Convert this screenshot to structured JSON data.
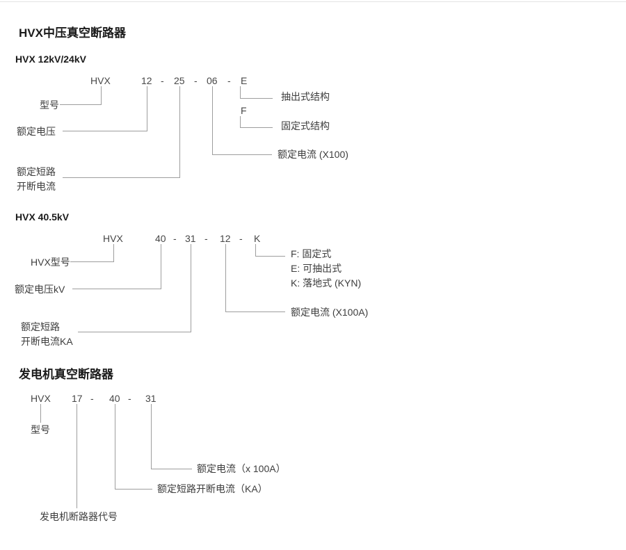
{
  "doc": {
    "mv_title": "HVX中压真空断路器",
    "d1": {
      "subtitle": "HVX 12kV/24kV",
      "code": [
        "HVX",
        "12",
        "-",
        "25",
        "-",
        "06",
        "-",
        "E"
      ],
      "label_model": "型号",
      "label_voltage": "额定电压",
      "label_breaking_1": "额定短路",
      "label_breaking_2": "开断电流",
      "label_withdrawable": "抽出式结构",
      "letter_fixed": "F",
      "label_fixed": "固定式结构",
      "label_current": "额定电流 (X100)"
    },
    "d2": {
      "subtitle": "HVX 40.5kV",
      "code": [
        "HVX",
        "40",
        "-",
        "31",
        "-",
        "12",
        "-",
        "K"
      ],
      "label_model": "HVX型号",
      "label_voltage": "额定电压kV",
      "label_breaking_1": "额定短路",
      "label_breaking_2": "开断电流KA",
      "label_opt_f": "F: 固定式",
      "label_opt_e": "E: 可抽出式",
      "label_opt_k": "K: 落地式 (KYN)",
      "label_current": "额定电流 (X100A)"
    },
    "gen_title": "发电机真空断路器",
    "d3": {
      "code": [
        "HVX",
        "17",
        "-",
        "40",
        "-",
        "31"
      ],
      "label_model": "型号",
      "label_code": "发电机断路器代号",
      "label_breaking": "额定短路开断电流（KA）",
      "label_current": "额定电流（x 100A）"
    }
  }
}
